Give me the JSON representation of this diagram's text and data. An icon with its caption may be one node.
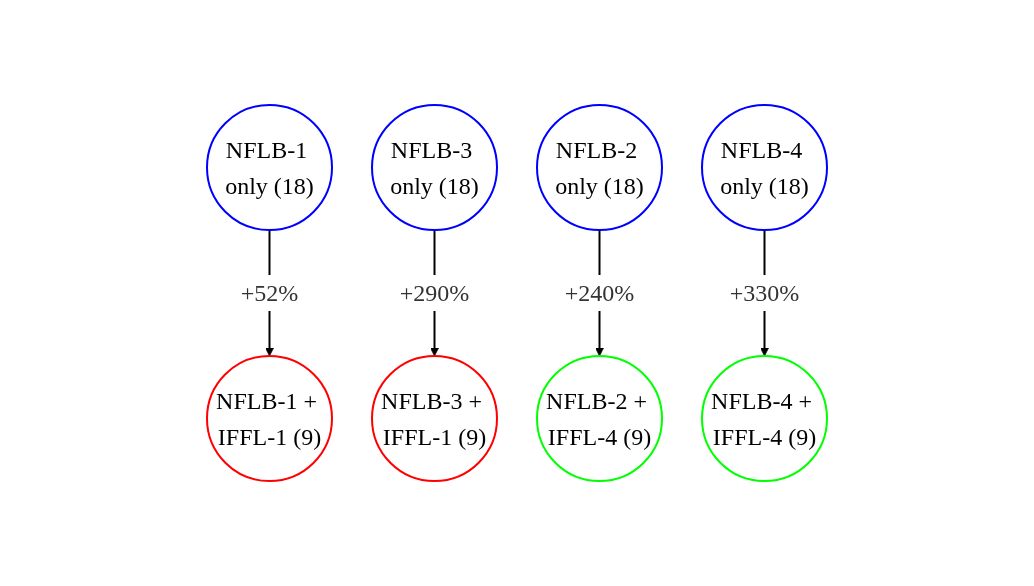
{
  "diagram": {
    "nodes": [
      {
        "text": [
          "NFLB-1 only (18)"
        ]
      },
      {
        "text": [
          "NFLB-3 only (18)"
        ]
      },
      {
        "text": [
          "NFLB-2 only (18)"
        ]
      },
      {
        "text": [
          "NFLB-4 only (18)"
        ]
      },
      {
        "text": [
          "NFLB-1 + IFFL-1 (9)"
        ]
      },
      {
        "text": [
          "NFLB-3 + IFFL-1 (9)"
        ]
      },
      {
        "text": [
          "NFLB-2 + IFFL-4 (9)"
        ]
      },
      {
        "text": [
          "NFLB-4 + IFFL-4 (9)"
        ]
      }
    ],
    "edges": [
      {
        "from": 0,
        "to": 4,
        "arrow": "to",
        "label": "+52%"
      },
      {
        "from": 1,
        "to": 5,
        "arrow": "to",
        "label": "+290%"
      },
      {
        "from": 2,
        "to": 6,
        "arrow": "to",
        "label": "+240%"
      },
      {
        "from": 3,
        "to": 7,
        "arrow": "to",
        "label": "+330%"
      }
    ]
  }
}
